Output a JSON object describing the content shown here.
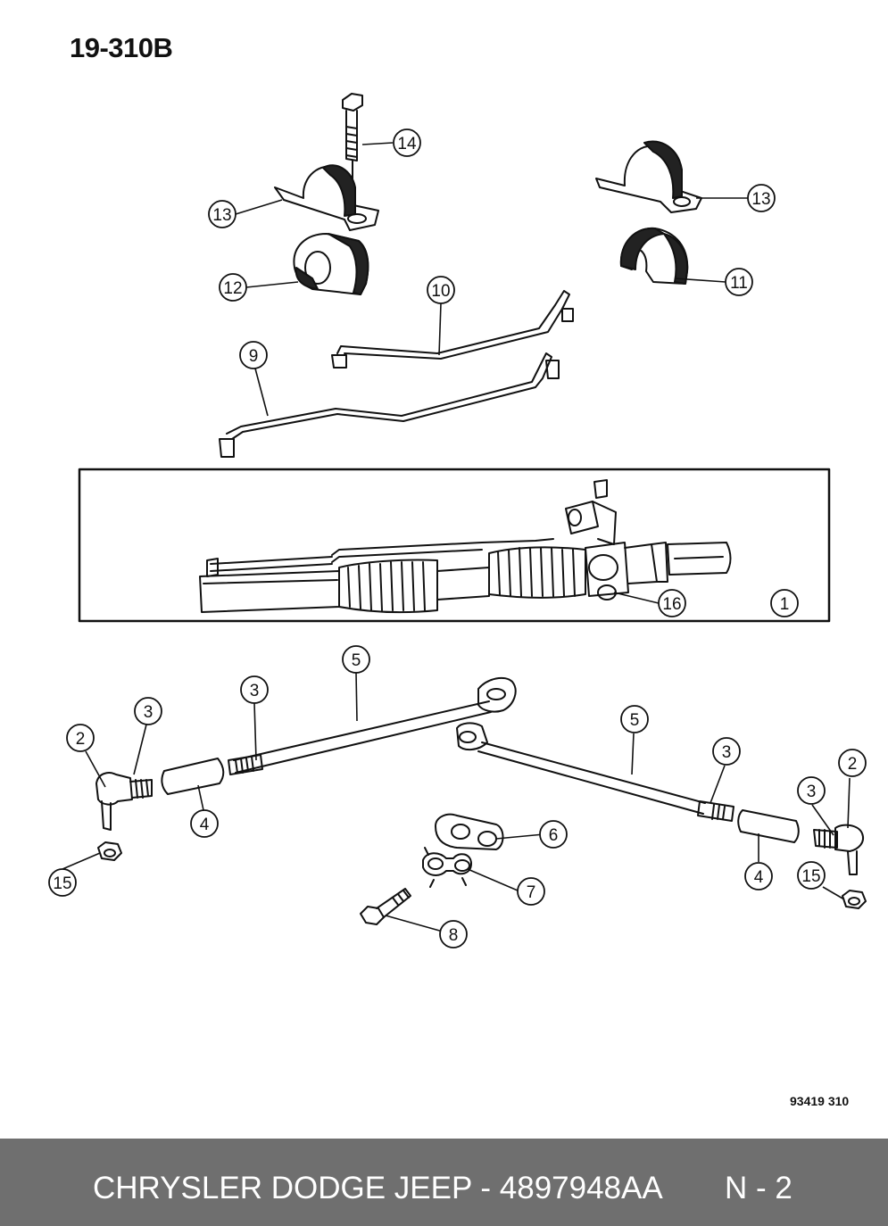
{
  "header": {
    "page_code": "19-310B"
  },
  "drawing_ref": "93419 310",
  "footer": {
    "title": "CHRYSLER DODGE JEEP - 4897948AA",
    "page": "N - 2",
    "background": "#6f6f6f"
  },
  "callouts": {
    "c1": "1",
    "c2a": "2",
    "c2b": "2",
    "c3a": "3",
    "c3b": "3",
    "c3c": "3",
    "c3d": "3",
    "c4a": "4",
    "c4b": "4",
    "c5a": "5",
    "c5b": "5",
    "c6": "6",
    "c7": "7",
    "c8": "8",
    "c9": "9",
    "c10": "10",
    "c11": "11",
    "c12": "12",
    "c13a": "13",
    "c13b": "13",
    "c14": "14",
    "c15a": "15",
    "c15b": "15",
    "c16": "16"
  }
}
